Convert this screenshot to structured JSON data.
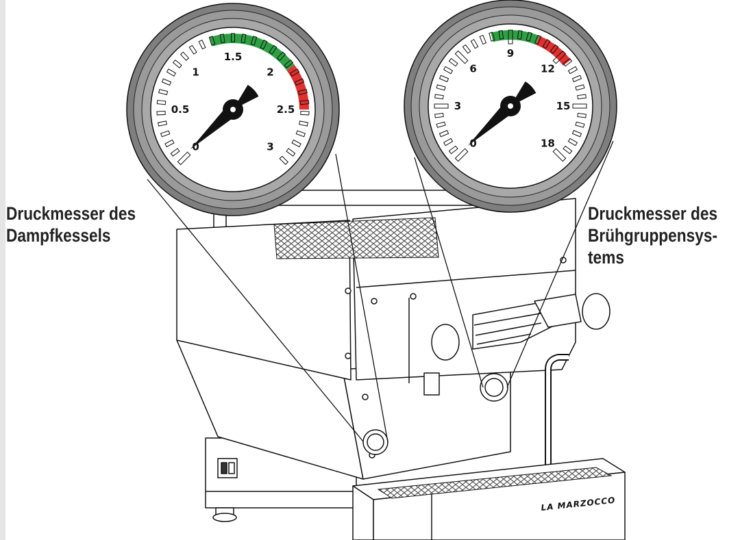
{
  "callouts": {
    "steam_boiler": [
      "Druckmesser des",
      "Dampfkessels"
    ],
    "brew_group": [
      "Druckmesser des",
      "Brühgruppensys-",
      "tems"
    ]
  },
  "gauges": [
    {
      "id": "steam",
      "unit_min": 0,
      "unit_max": 3,
      "labels": [
        "0",
        "0.5",
        "1",
        "1.5",
        "2",
        "2.5",
        "3"
      ],
      "label_values": [
        0,
        0.5,
        1,
        1.5,
        2,
        2.5,
        3
      ],
      "green_zone": [
        1.3,
        2.1
      ],
      "red_zone": [
        2.1,
        2.5
      ],
      "ticks": 32
    },
    {
      "id": "brew",
      "unit_min": 0,
      "unit_max": 18,
      "labels": [
        "0",
        "3",
        "6",
        "9",
        "12",
        "15",
        "18"
      ],
      "label_values": [
        0,
        3,
        6,
        9,
        12,
        15,
        18
      ],
      "green_zone": [
        8,
        10.5
      ],
      "red_zone": [
        10.5,
        12.5
      ],
      "ticks": 36
    }
  ],
  "brand": "LA MARZOCCO",
  "colors": {
    "background": "#e5e5e5",
    "green_zone": "#2ea043",
    "red_zone": "#e03030",
    "bezel": "#8f8f8f",
    "line": "#111111"
  }
}
